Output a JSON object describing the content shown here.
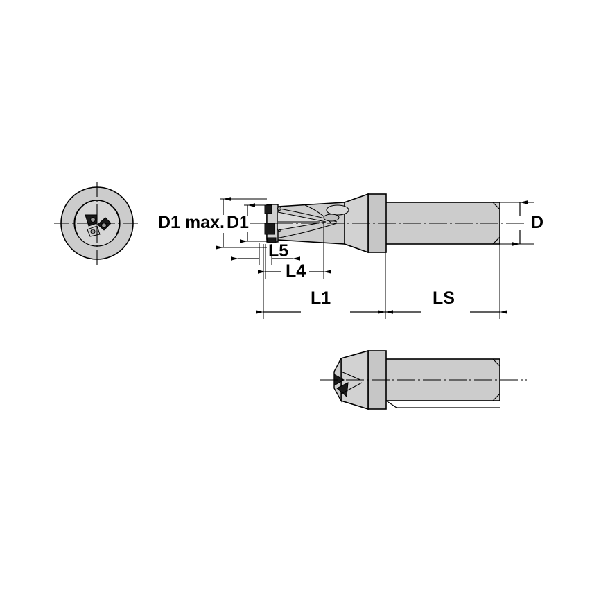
{
  "figure": {
    "type": "technical-drawing",
    "subject": "indexable insert drill holder with cylindrical shank",
    "views": [
      {
        "name": "front-end-view",
        "description": "end view showing circular drill point with insert pockets"
      },
      {
        "name": "side-view-top",
        "description": "side elevation with dimension callouts"
      },
      {
        "name": "side-view-bottom",
        "description": "rotated side elevation of drill body and flange"
      }
    ],
    "colors": {
      "line": "#000000",
      "body_fill": "#cccccc",
      "body_fill_light": "#e3e3e3",
      "body_fill_dark": "#b3b3b3",
      "insert_dark": "#1a1a1a",
      "background": "#ffffff"
    }
  },
  "labels": {
    "d1max": "D1 max.",
    "d1": "D1",
    "d": "D",
    "l5": "L5",
    "l4": "L4",
    "l1": "L1",
    "ls": "LS"
  }
}
